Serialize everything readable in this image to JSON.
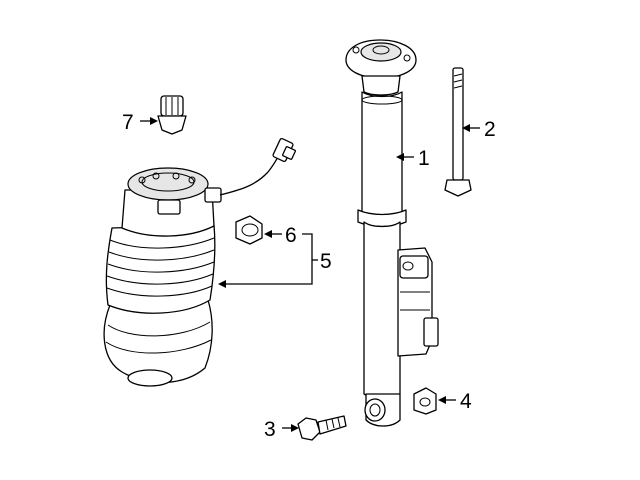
{
  "callouts": [
    {
      "id": "1",
      "label": "1",
      "part": "rear-shock-absorber"
    },
    {
      "id": "2",
      "label": "2",
      "part": "upper-bolt"
    },
    {
      "id": "3",
      "label": "3",
      "part": "lower-bolt"
    },
    {
      "id": "4",
      "label": "4",
      "part": "lower-nut"
    },
    {
      "id": "5",
      "label": "5",
      "part": "air-spring"
    },
    {
      "id": "6",
      "label": "6",
      "part": "air-spring-nut"
    },
    {
      "id": "7",
      "label": "7",
      "part": "valve-fitting"
    }
  ],
  "colors": {
    "line": "#000000",
    "background": "#ffffff",
    "shade": "#e6e6e6"
  }
}
